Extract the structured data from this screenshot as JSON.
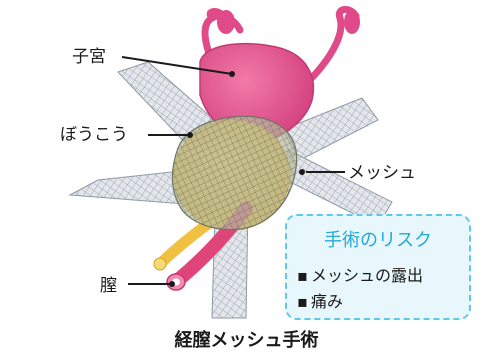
{
  "labels": {
    "uterus": "子宮",
    "bladder": "ぼうこう",
    "mesh": "メッシュ",
    "vagina": "膣"
  },
  "caption": "経膣メッシュ手術",
  "risk_box": {
    "title": "手術のリスク",
    "items": [
      "メッシュの露出",
      "痛み"
    ],
    "bullet": "▪"
  },
  "colors": {
    "uterus": "#e04a88",
    "uterus_dark": "#b8326a",
    "bladder": "#f5c63a",
    "mesh_fill": "#d9dde3",
    "mesh_line": "#9aa3ad",
    "vagina": "#e0457a",
    "accent": "#23a9da"
  }
}
